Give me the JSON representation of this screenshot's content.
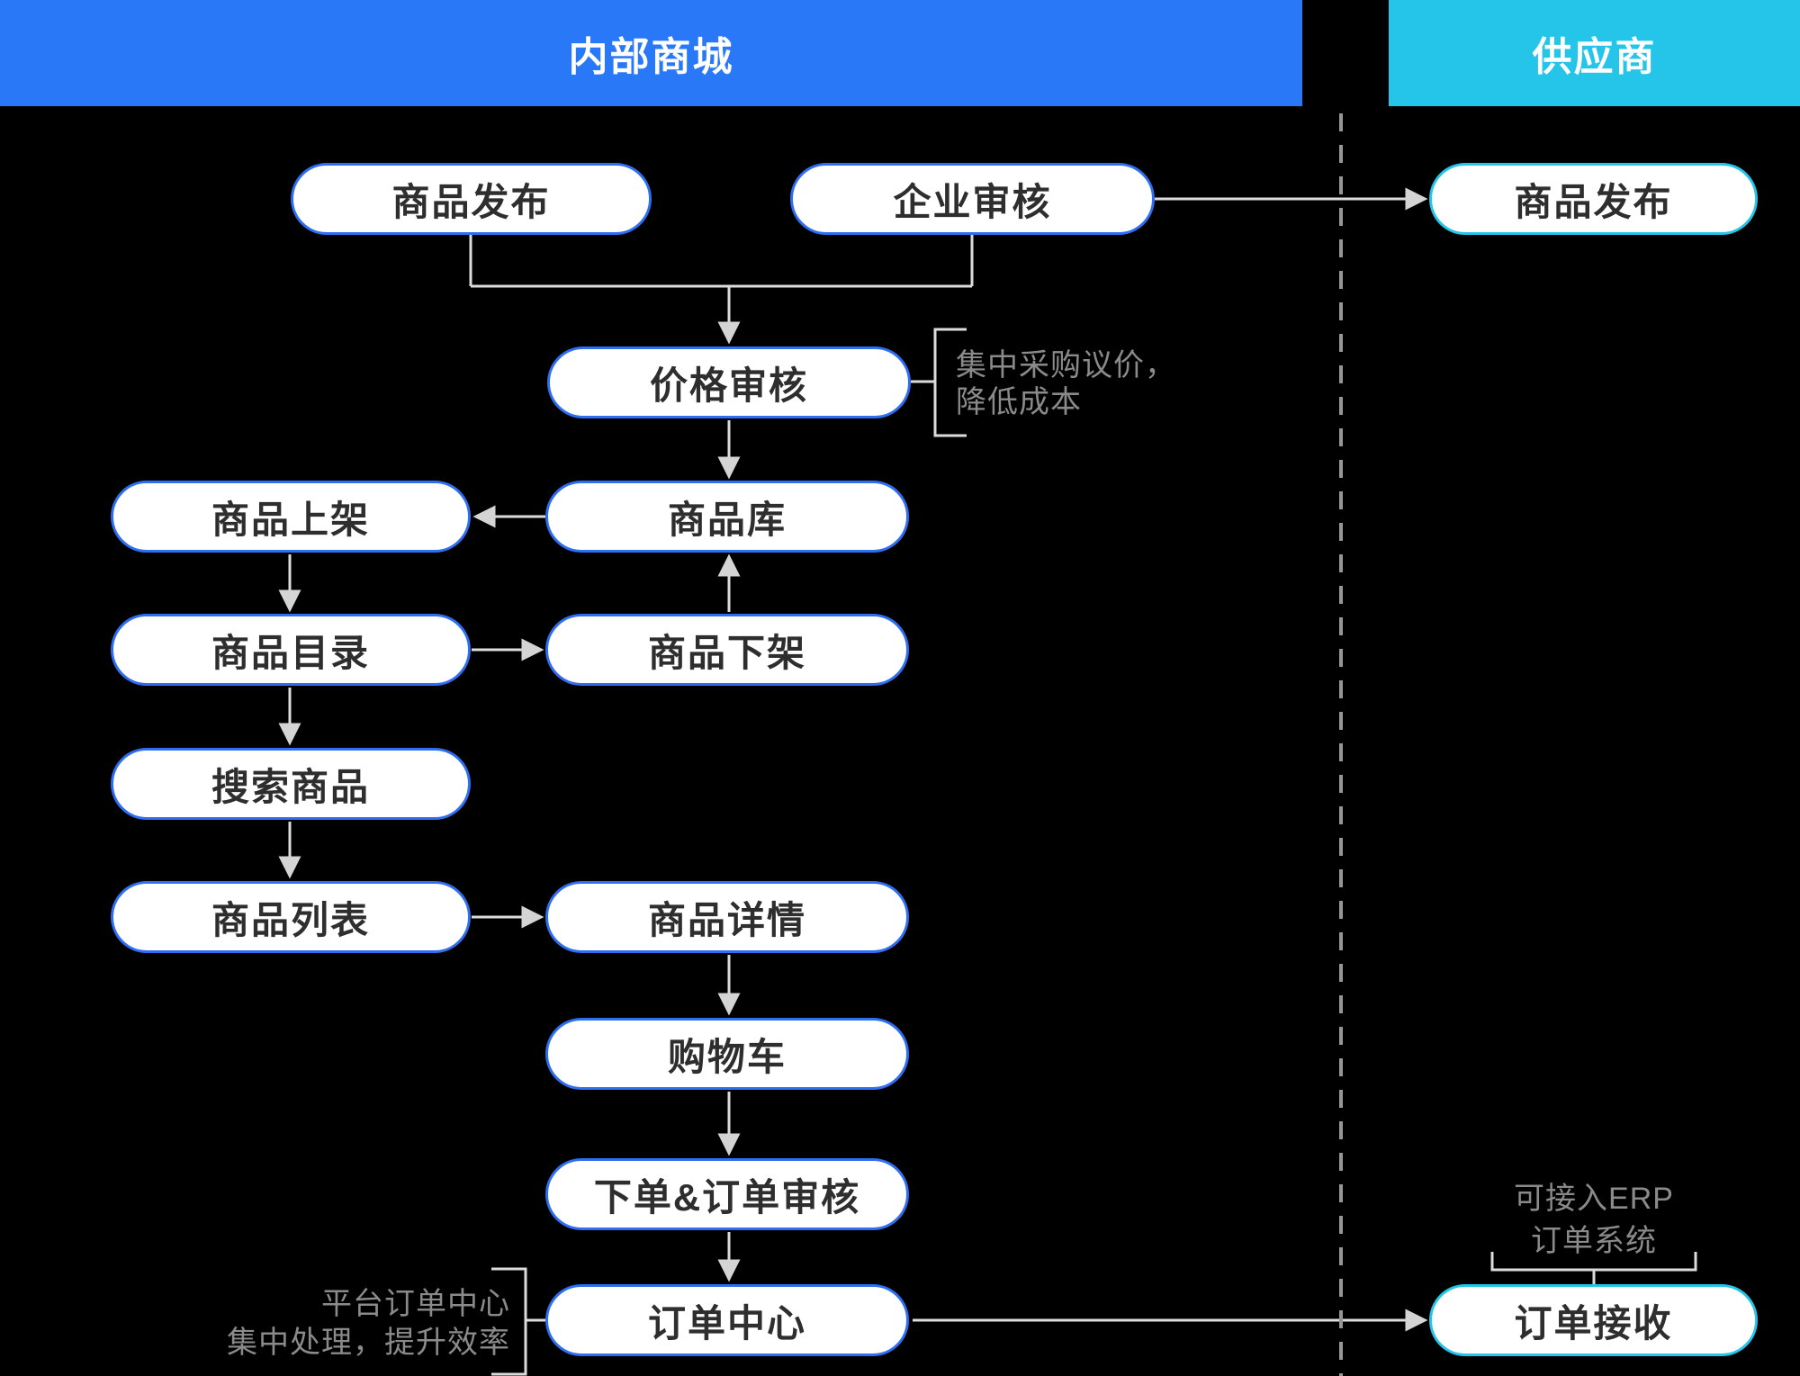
{
  "headers": {
    "internal_mall": "内部商城",
    "supplier": "供应商"
  },
  "nodes": {
    "publish_internal": {
      "label": "商品发布"
    },
    "enterprise_review": {
      "label": "企业审核"
    },
    "supplier_publish": {
      "label": "商品发布"
    },
    "price_review": {
      "label": "价格审核"
    },
    "product_listing": {
      "label": "商品上架"
    },
    "product_library": {
      "label": "商品库"
    },
    "product_catalog": {
      "label": "商品目录"
    },
    "product_delisting": {
      "label": "商品下架"
    },
    "product_search": {
      "label": "搜索商品"
    },
    "product_list": {
      "label": "商品列表"
    },
    "product_detail": {
      "label": "商品详情"
    },
    "shopping_cart": {
      "label": "购物车"
    },
    "order_placement_review": {
      "label": "下单&订单审核"
    },
    "order_center": {
      "label": "订单中心"
    },
    "order_receive": {
      "label": "订单接收"
    }
  },
  "annotations": {
    "price_note_line1": "集中采购议价，",
    "price_note_line2": "降低成本",
    "order_note_line1": "平台订单中心",
    "order_note_line2": "集中处理，提升效率",
    "erp_note_line1": "可接入ERP",
    "erp_note_line2": "订单系统"
  },
  "colors": {
    "internal_accent": "#2878F8",
    "supplier_accent": "#25C4E9",
    "node_border_blue": "#2E6EF2",
    "node_border_cyan": "#25C4E9",
    "connector": "#DCDCDC",
    "divider": "#969696",
    "annotation_text": "#8A8A8A",
    "background": "#000000"
  }
}
